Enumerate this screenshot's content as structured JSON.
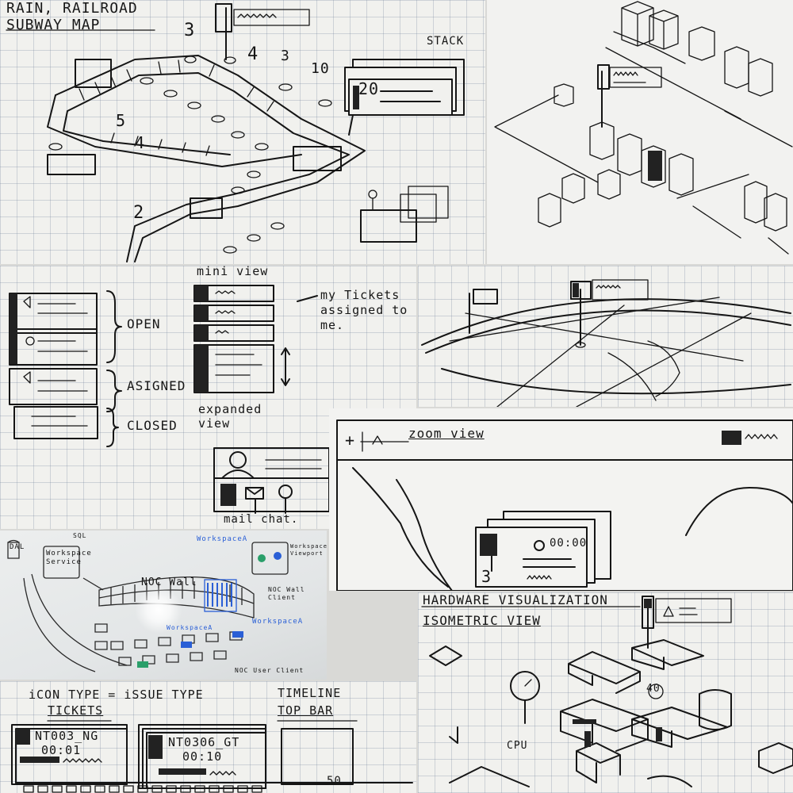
{
  "subway_sketch": {
    "title_line1": "RAIN, RAILROAD",
    "title_line2": "SUBWAY MAP",
    "stack_label": "STACK",
    "numbers": [
      "3",
      "4",
      "3",
      "10",
      "5",
      "4",
      "20",
      "2"
    ]
  },
  "ticket_sketch": {
    "mini_view_label": "mini view",
    "my_tickets_label": "my Tickets assigned to me.",
    "open_label": "OPEN",
    "assigned_label": "ASIGNED",
    "closed_label": "CLOSED",
    "expanded_view_label": "expanded view",
    "mail_chat_label": "mail chat."
  },
  "zoom_sketch": {
    "zoom_label": "zoom view",
    "plus_label": "+",
    "timer_label": "00:00",
    "count_label": "3"
  },
  "noc_whiteboard": {
    "wall_label": "NOC Wall",
    "workspace_service_label": "Workspace Service",
    "workspace_a_label": "WorkspaceA",
    "workspace_viewport_label": "Workspace Viewport",
    "wall_client_label": "NOC Wall Client",
    "user_client_label": "NOC User Client",
    "db_label": "DAL",
    "sql_label": "SQL"
  },
  "hardware_sketch": {
    "title": "HARDWARE VISUALIZATION",
    "subtitle": "ISOMETRIC VIEW",
    "cpu_label": "CPU",
    "gauge_label": "40"
  },
  "tickets_sketch": {
    "icon_type_label": "iCON TYPE = iSSUE TYPE",
    "tickets_label": "TICKETS",
    "ticket1_id": "NT003_NG",
    "ticket1_time": "00:01",
    "ticket2_id": "NT0306_GT",
    "ticket2_time": "00:10",
    "timeline_label": "TIMELINE",
    "top_bar_label": "TOP BAR",
    "value_label": "50."
  }
}
